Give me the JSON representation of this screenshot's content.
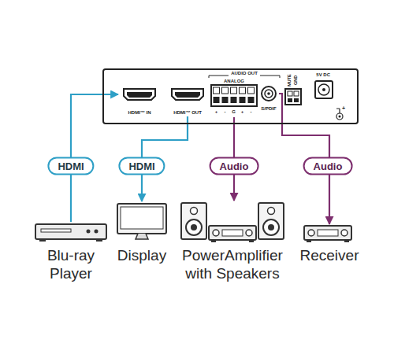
{
  "diagram": {
    "nodes": [
      {
        "text": [
          "5V DC"
        ]
      },
      {
        "text": [
          "HDMI™ IN"
        ],
        "in": 0
      },
      {
        "text": [
          "HDMI™ OUT"
        ],
        "in": 0
      },
      {
        "text": [
          "AUDIO OUT"
        ],
        "in": 0
      },
      {
        "text": [
          "ANALOG"
        ],
        "in": 3
      },
      {
        "text": [
          "S/PDIF"
        ],
        "in": 3
      },
      {
        "text": [
          "Blu-ray Player"
        ]
      },
      {
        "text": [
          "Display"
        ]
      },
      {
        "text": [
          "PowerAmplifier with Speakers"
        ]
      },
      {
        "text": [
          "Receiver"
        ]
      }
    ],
    "edges": [
      {
        "from": 6,
        "to": 1,
        "label": "HDMI",
        "arrow": "to"
      },
      {
        "from": 2,
        "to": 7,
        "label": "HDMI",
        "arrow": "to"
      },
      {
        "from": 4,
        "to": 8,
        "label": "Audio",
        "arrow": "to"
      },
      {
        "from": 5,
        "to": 9,
        "label": "Audio",
        "arrow": "to"
      }
    ],
    "labels": [
      "+",
      "-",
      "G",
      "+",
      "-",
      "MUTE",
      "GND",
      "+"
    ]
  }
}
